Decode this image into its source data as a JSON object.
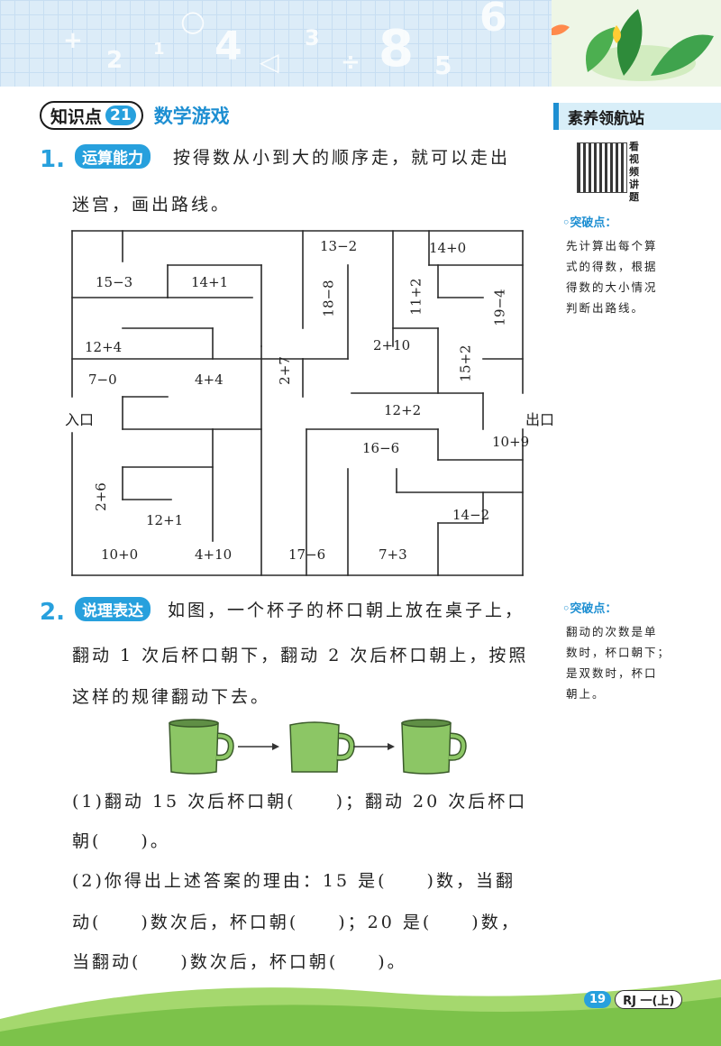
{
  "section": {
    "label": "知识点",
    "number": "21",
    "title": "数学游戏"
  },
  "sidebar": {
    "title": "素养领航站",
    "qr_caption": "看视频讲题",
    "tips": [
      {
        "heading": "突破点：",
        "lines": [
          "先计算出每个算",
          "式的得数，根据",
          "得数的大小情况",
          "判断出路线。"
        ]
      },
      {
        "heading": "突破点：",
        "lines": [
          "翻动的次数是单",
          "数时，杯口朝下；",
          "是双数时，杯口",
          "朝上。"
        ]
      }
    ]
  },
  "q1": {
    "number": "1.",
    "tag": "运算能力",
    "line1": "按得数从小到大的顺序走，就可以走出",
    "line2": "迷宫，画出路线。",
    "maze": {
      "entrance": "入口",
      "exit": "出口",
      "expressions": [
        "13−2",
        "14+0",
        "15−3",
        "14+1",
        "18−8",
        "11+2",
        "19−4",
        "12+4",
        "2+10",
        "7−0",
        "4+4",
        "2+7",
        "15+2",
        "12+2",
        "16−6",
        "10+9",
        "2+6",
        "12+1",
        "14−2",
        "10+0",
        "4+10",
        "17−6",
        "7+3"
      ]
    }
  },
  "q2": {
    "number": "2.",
    "tag": "说理表达",
    "line1": "如图，一个杯子的杯口朝上放在桌子上，",
    "line2": "翻动 1 次后杯口朝下，翻动 2 次后杯口朝上，按照",
    "line3": "这样的规律翻动下去。",
    "sub1_line1": "(1)翻动 15 次后杯口朝(　　)；翻动 20 次后杯口",
    "sub1_line2": "朝(　　)。",
    "sub2_line1": "(2)你得出上述答案的理由：15 是(　　)数，当翻",
    "sub2_line2": "动(　　)数次后，杯口朝(　　)；20 是(　　)数，",
    "sub2_line3": "当翻动(　　)数次后，杯口朝(　　)。"
  },
  "footer": {
    "page": "19",
    "volume": "RJ 一(上)"
  },
  "colors": {
    "accent": "#27a0dd",
    "title_blue": "#1e8fd2",
    "cup_green": "#8cc665",
    "grass": "#7cc24a"
  }
}
